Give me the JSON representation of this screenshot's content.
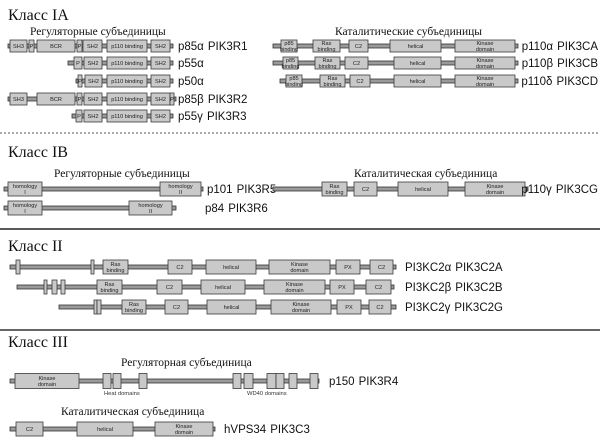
{
  "colors": {
    "domain_fill": "#c9c9c9",
    "backbone": "#9a9a9a",
    "outline": "#3a3a3a"
  },
  "sections": [
    {
      "title": "Класс IA",
      "groups": [
        {
          "subtitle": "Регуляторные субъединицы",
          "proteins": [
            {
              "name": "p85α",
              "gene": "PIK3R1",
              "domains": [
                "SH3",
                "P",
                "BCR",
                "P",
                "SH2",
                "p110 binding",
                "SH2"
              ]
            },
            {
              "name": "p55α",
              "gene": "",
              "domains": [
                "P",
                "SH2",
                "p110 binding",
                "SH2"
              ]
            },
            {
              "name": "p50α",
              "gene": "",
              "domains": [
                "P",
                "SH2",
                "p110 binding",
                "SH2"
              ]
            },
            {
              "name": "p85β",
              "gene": "PIK3R2",
              "domains": [
                "SH3",
                "BCR",
                "P",
                "SH2",
                "p110 binding",
                "SH2",
                "P"
              ]
            },
            {
              "name": "p55γ",
              "gene": "PIK3R3",
              "domains": [
                "P",
                "SH2",
                "p110 binding",
                "SH2"
              ]
            }
          ]
        },
        {
          "subtitle": "Каталитические субъединицы",
          "proteins": [
            {
              "name": "p110α",
              "gene": "PIK3CA",
              "domains": [
                "p85 binding",
                "Ras binding",
                "C2",
                "helical",
                "Kinase domain"
              ]
            },
            {
              "name": "p110β",
              "gene": "PIK3CB",
              "domains": [
                "p85 binding",
                "Ras binding",
                "C2",
                "helical",
                "Kinase domain"
              ]
            },
            {
              "name": "p110δ",
              "gene": "PIK3CD",
              "domains": [
                "p85 binding",
                "Ras binding",
                "C2",
                "helical",
                "Kinase domain"
              ]
            }
          ]
        }
      ]
    },
    {
      "title": "Класс IB",
      "groups": [
        {
          "subtitle": "Регуляторные субъединицы",
          "proteins": [
            {
              "name": "p101",
              "gene": "PIK3R5",
              "domains": [
                "homology I",
                "homology II"
              ]
            },
            {
              "name": "p84",
              "gene": "PIK3R6",
              "domains": [
                "homology I",
                "homology II"
              ]
            }
          ]
        },
        {
          "subtitle": "Каталитическая субъединица",
          "proteins": [
            {
              "name": "p110γ",
              "gene": "PIK3CG",
              "domains": [
                "Ras binding",
                "C2",
                "helical",
                "Kinase domain"
              ]
            }
          ]
        }
      ]
    },
    {
      "title": "Класс II",
      "groups": [
        {
          "subtitle": "",
          "proteins": [
            {
              "name": "PI3KC2α",
              "gene": "PIK3C2A",
              "domains": [
                "",
                "",
                "Ras binding",
                "C2",
                "helical",
                "Kinase domain",
                "PX",
                "C2"
              ]
            },
            {
              "name": "PI3KC2β",
              "gene": "PIK3C2B",
              "domains": [
                "",
                "",
                "",
                "Ras binding",
                "C2",
                "helical",
                "Kinase domain",
                "PX",
                "C2"
              ]
            },
            {
              "name": "PI3KC2γ",
              "gene": "PIK3C2G",
              "domains": [
                "",
                "",
                "Ras binding",
                "C2",
                "helical",
                "Kinase domain",
                "PX",
                "C2"
              ]
            }
          ]
        }
      ]
    },
    {
      "title": "Класс III",
      "groups": [
        {
          "subtitle": "Регуляторная субъединица",
          "proteins": [
            {
              "name": "p150",
              "gene": "PIK3R4",
              "domains": [
                "Kinase domain",
                "",
                "",
                "",
                "",
                "",
                "",
                "",
                "",
                ""
              ],
              "annotations": [
                "Heat domains",
                "WD40 domains"
              ]
            }
          ]
        },
        {
          "subtitle": "Каталитическая субъединица",
          "proteins": [
            {
              "name": "hVPS34",
              "gene": "PIK3C3",
              "domains": [
                "C2",
                "helical",
                "Kinase domain"
              ]
            }
          ]
        }
      ]
    }
  ]
}
